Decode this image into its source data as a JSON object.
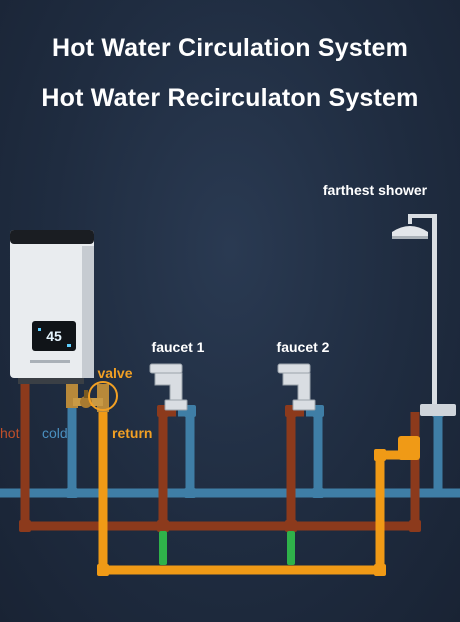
{
  "title_line1": "Hot Water Circulation System",
  "title_line2": "Hot Water Recirculaton System",
  "labels": {
    "farthest_shower": "farthest shower",
    "faucet1": "faucet 1",
    "faucet2": "faucet 2",
    "valve": "valve",
    "hot": "hot",
    "cold": "cold",
    "return": "return"
  },
  "heater_display": "45",
  "colors": {
    "background": "#1f2b3d",
    "hot_pipe": "#8c3a1c",
    "cold_pipe": "#3f7ea6",
    "return_pipe": "#f09a16",
    "check_valve": "#2fb24a",
    "label_orange": "#f2a024"
  }
}
